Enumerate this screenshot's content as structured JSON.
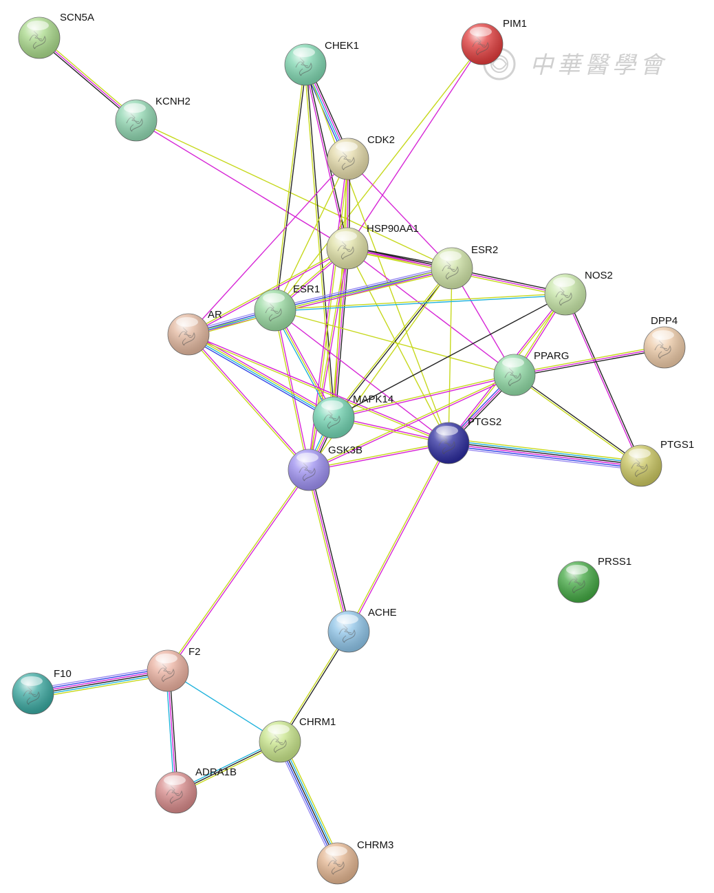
{
  "watermark": {
    "text": "中華醫學會",
    "color": "#cfcfcf"
  },
  "network": {
    "edge_evidence_colors": {
      "black": "#222222",
      "magenta": "#d625d6",
      "olive": "#c6d81c",
      "cyan": "#1fb2dc",
      "blue": "#3546e6",
      "lavender": "#9b8cf0"
    },
    "nodes": [
      {
        "id": "SCN5A",
        "label": "SCN5A",
        "color": "#a9d98a"
      },
      {
        "id": "PIM1",
        "label": "PIM1",
        "color": "#e03c3c"
      },
      {
        "id": "CHEK1",
        "label": "CHEK1",
        "color": "#7fd6b0"
      },
      {
        "id": "KCNH2",
        "label": "KCNH2",
        "color": "#8fd6b0"
      },
      {
        "id": "CDK2",
        "label": "CDK2",
        "color": "#e3d9a8"
      },
      {
        "id": "HSP90AA1",
        "label": "HSP90AA1",
        "color": "#dfe0a5"
      },
      {
        "id": "ESR2",
        "label": "ESR2",
        "color": "#cfe3a6"
      },
      {
        "id": "NOS2",
        "label": "NOS2",
        "color": "#c6e5a6"
      },
      {
        "id": "ESR1",
        "label": "ESR1",
        "color": "#98d9a0"
      },
      {
        "id": "AR",
        "label": "AR",
        "color": "#e2b79e"
      },
      {
        "id": "DPP4",
        "label": "DPP4",
        "color": "#ecc9a6"
      },
      {
        "id": "PPARG",
        "label": "PPARG",
        "color": "#8fd9a4"
      },
      {
        "id": "MAPK14",
        "label": "MAPK14",
        "color": "#72d4b2"
      },
      {
        "id": "PTGS2",
        "label": "PTGS2",
        "color": "#2c2c9e"
      },
      {
        "id": "GSK3B",
        "label": "GSK3B",
        "color": "#9c8ff0"
      },
      {
        "id": "PTGS1",
        "label": "PTGS1",
        "color": "#c9c560"
      },
      {
        "id": "PRSS1",
        "label": "PRSS1",
        "color": "#43a843"
      },
      {
        "id": "ACHE",
        "label": "ACHE",
        "color": "#8ec4e8"
      },
      {
        "id": "F2",
        "label": "F2",
        "color": "#eab09f"
      },
      {
        "id": "F10",
        "label": "F10",
        "color": "#3aa8a0"
      },
      {
        "id": "CHRM1",
        "label": "CHRM1",
        "color": "#c8e58a"
      },
      {
        "id": "ADRA1B",
        "label": "ADRA1B",
        "color": "#d78a8a"
      },
      {
        "id": "CHRM3",
        "label": "CHRM3",
        "color": "#e3b590"
      }
    ],
    "edges": [
      {
        "source": "SCN5A",
        "target": "KCNH2",
        "evidence": [
          "olive",
          "magenta",
          "black"
        ]
      },
      {
        "source": "KCNH2",
        "target": "HSP90AA1",
        "evidence": [
          "magenta"
        ]
      },
      {
        "source": "KCNH2",
        "target": "ESR2",
        "evidence": [
          "olive"
        ]
      },
      {
        "source": "PIM1",
        "target": "HSP90AA1",
        "evidence": [
          "magenta"
        ]
      },
      {
        "source": "PIM1",
        "target": "ESR1",
        "evidence": [
          "olive"
        ]
      },
      {
        "source": "CHEK1",
        "target": "CDK2",
        "evidence": [
          "black",
          "magenta",
          "cyan",
          "blue"
        ]
      },
      {
        "source": "CHEK1",
        "target": "HSP90AA1",
        "evidence": [
          "black",
          "magenta"
        ]
      },
      {
        "source": "CHEK1",
        "target": "ESR1",
        "evidence": [
          "black",
          "olive"
        ]
      },
      {
        "source": "CHEK1",
        "target": "MAPK14",
        "evidence": [
          "black",
          "olive"
        ]
      },
      {
        "source": "CHEK1",
        "target": "PTGS2",
        "evidence": [
          "olive"
        ]
      },
      {
        "source": "CDK2",
        "target": "HSP90AA1",
        "evidence": [
          "black",
          "magenta",
          "olive"
        ]
      },
      {
        "source": "CDK2",
        "target": "ESR2",
        "evidence": [
          "magenta"
        ]
      },
      {
        "source": "CDK2",
        "target": "ESR1",
        "evidence": [
          "olive"
        ]
      },
      {
        "source": "CDK2",
        "target": "AR",
        "evidence": [
          "magenta"
        ]
      },
      {
        "source": "CDK2",
        "target": "MAPK14",
        "evidence": [
          "olive"
        ]
      },
      {
        "source": "CDK2",
        "target": "GSK3B",
        "evidence": [
          "olive",
          "magenta"
        ]
      },
      {
        "source": "HSP90AA1",
        "target": "ESR2",
        "evidence": [
          "black",
          "magenta",
          "olive"
        ]
      },
      {
        "source": "HSP90AA1",
        "target": "NOS2",
        "evidence": [
          "black",
          "magenta",
          "olive"
        ]
      },
      {
        "source": "HSP90AA1",
        "target": "ESR1",
        "evidence": [
          "magenta",
          "olive"
        ]
      },
      {
        "source": "HSP90AA1",
        "target": "AR",
        "evidence": [
          "magenta",
          "olive"
        ]
      },
      {
        "source": "HSP90AA1",
        "target": "PPARG",
        "evidence": [
          "magenta"
        ]
      },
      {
        "source": "HSP90AA1",
        "target": "MAPK14",
        "evidence": [
          "black",
          "magenta",
          "olive"
        ]
      },
      {
        "source": "HSP90AA1",
        "target": "PTGS2",
        "evidence": [
          "olive"
        ]
      },
      {
        "source": "HSP90AA1",
        "target": "GSK3B",
        "evidence": [
          "magenta",
          "olive"
        ]
      },
      {
        "source": "ESR2",
        "target": "ESR1",
        "evidence": [
          "olive",
          "cyan",
          "blue",
          "lavender"
        ]
      },
      {
        "source": "ESR2",
        "target": "AR",
        "evidence": [
          "magenta",
          "olive"
        ]
      },
      {
        "source": "ESR2",
        "target": "PPARG",
        "evidence": [
          "magenta"
        ]
      },
      {
        "source": "ESR2",
        "target": "MAPK14",
        "evidence": [
          "black",
          "olive"
        ]
      },
      {
        "source": "ESR2",
        "target": "PTGS2",
        "evidence": [
          "olive"
        ]
      },
      {
        "source": "ESR2",
        "target": "GSK3B",
        "evidence": [
          "olive"
        ]
      },
      {
        "source": "ESR1",
        "target": "NOS2",
        "evidence": [
          "olive",
          "cyan"
        ]
      },
      {
        "source": "ESR1",
        "target": "AR",
        "evidence": [
          "olive",
          "cyan",
          "blue",
          "lavender"
        ]
      },
      {
        "source": "ESR1",
        "target": "PPARG",
        "evidence": [
          "olive"
        ]
      },
      {
        "source": "ESR1",
        "target": "MAPK14",
        "evidence": [
          "magenta",
          "olive",
          "cyan"
        ]
      },
      {
        "source": "ESR1",
        "target": "PTGS2",
        "evidence": [
          "magenta"
        ]
      },
      {
        "source": "ESR1",
        "target": "GSK3B",
        "evidence": [
          "magenta",
          "olive"
        ]
      },
      {
        "source": "AR",
        "target": "MAPK14",
        "evidence": [
          "magenta",
          "olive",
          "cyan",
          "blue"
        ]
      },
      {
        "source": "AR",
        "target": "PTGS2",
        "evidence": [
          "magenta",
          "olive"
        ]
      },
      {
        "source": "AR",
        "target": "GSK3B",
        "evidence": [
          "magenta",
          "olive"
        ]
      },
      {
        "source": "NOS2",
        "target": "PPARG",
        "evidence": [
          "magenta",
          "olive"
        ]
      },
      {
        "source": "NOS2",
        "target": "MAPK14",
        "evidence": [
          "black"
        ]
      },
      {
        "source": "NOS2",
        "target": "PTGS2",
        "evidence": [
          "olive",
          "magenta"
        ]
      },
      {
        "source": "NOS2",
        "target": "PTGS1",
        "evidence": [
          "black",
          "magenta"
        ]
      },
      {
        "source": "DPP4",
        "target": "PPARG",
        "evidence": [
          "black",
          "magenta",
          "olive"
        ]
      },
      {
        "source": "PPARG",
        "target": "MAPK14",
        "evidence": [
          "magenta",
          "olive"
        ]
      },
      {
        "source": "PPARG",
        "target": "PTGS2",
        "evidence": [
          "black",
          "magenta",
          "blue"
        ]
      },
      {
        "source": "PPARG",
        "target": "GSK3B",
        "evidence": [
          "magenta",
          "olive"
        ]
      },
      {
        "source": "PPARG",
        "target": "PTGS1",
        "evidence": [
          "black",
          "olive"
        ]
      },
      {
        "source": "MAPK14",
        "target": "PTGS2",
        "evidence": [
          "magenta",
          "olive"
        ]
      },
      {
        "source": "MAPK14",
        "target": "GSK3B",
        "evidence": [
          "black",
          "magenta",
          "olive",
          "cyan"
        ]
      },
      {
        "source": "PTGS2",
        "target": "GSK3B",
        "evidence": [
          "magenta",
          "olive"
        ]
      },
      {
        "source": "PTGS2",
        "target": "PTGS1",
        "evidence": [
          "olive",
          "cyan",
          "black",
          "magenta",
          "blue",
          "lavender"
        ]
      },
      {
        "source": "PTGS2",
        "target": "ACHE",
        "evidence": [
          "magenta",
          "olive"
        ]
      },
      {
        "source": "GSK3B",
        "target": "ACHE",
        "evidence": [
          "black",
          "magenta",
          "olive"
        ]
      },
      {
        "source": "GSK3B",
        "target": "F2",
        "evidence": [
          "magenta",
          "olive"
        ]
      },
      {
        "source": "ACHE",
        "target": "CHRM1",
        "evidence": [
          "black",
          "olive"
        ]
      },
      {
        "source": "F2",
        "target": "F10",
        "evidence": [
          "olive",
          "cyan",
          "black",
          "magenta",
          "blue",
          "lavender"
        ]
      },
      {
        "source": "F2",
        "target": "ADRA1B",
        "evidence": [
          "black",
          "magenta",
          "cyan"
        ]
      },
      {
        "source": "F2",
        "target": "CHRM1",
        "evidence": [
          "cyan"
        ]
      },
      {
        "source": "CHRM1",
        "target": "ADRA1B",
        "evidence": [
          "olive",
          "black",
          "cyan"
        ]
      },
      {
        "source": "CHRM1",
        "target": "CHRM3",
        "evidence": [
          "olive",
          "cyan",
          "black",
          "blue",
          "lavender"
        ]
      }
    ]
  }
}
